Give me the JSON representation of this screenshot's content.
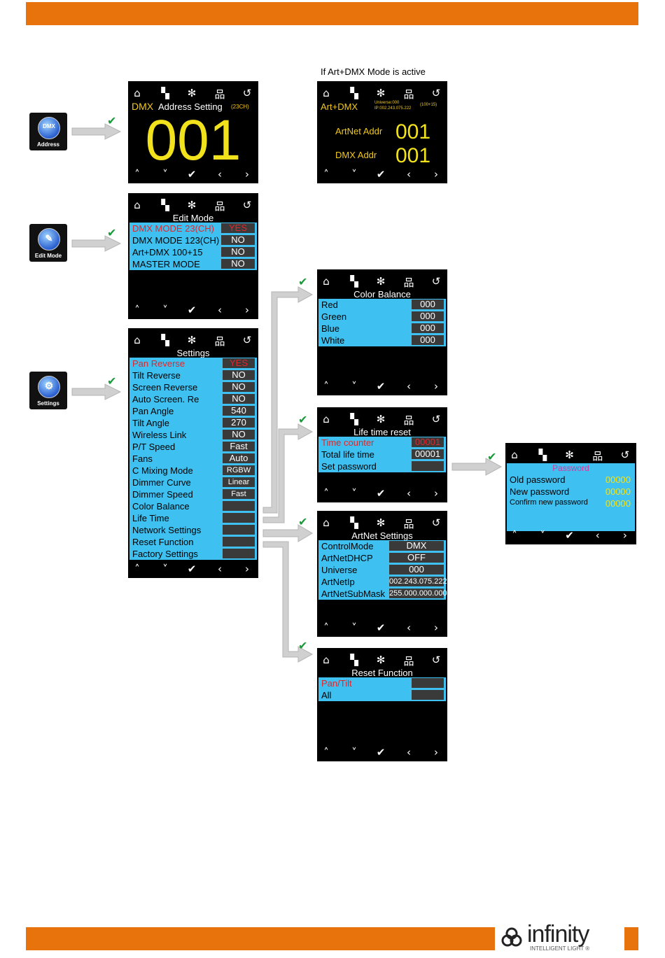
{
  "caption_artnet": "If Art+DMX Mode is active",
  "nav_icons": [
    "home-icon",
    "copy-icon",
    "sparkle-icon",
    "network-icon",
    "back-icon"
  ],
  "nav_glyphs": [
    "⌂",
    "▚",
    "✻",
    "品",
    "↺"
  ],
  "bottom_glyphs": [
    "˄",
    "˅",
    "✔",
    "‹",
    "›"
  ],
  "check_glyph": "✔",
  "menu_icons": [
    {
      "inner": "DMX",
      "caption": "Address"
    },
    {
      "inner": "✎",
      "caption": "Edit Mode"
    },
    {
      "inner": "⚙",
      "caption": "Settings"
    }
  ],
  "address": {
    "mode": "DMX",
    "title": "Address Setting",
    "ch": "(23CH)",
    "value": "001"
  },
  "artdmx": {
    "mode": "Art+DMX",
    "universe": "Universe:000",
    "ip": "IP:002.243.075.222",
    "ch": "(100+15)",
    "artnet_label": "ArtNet Addr",
    "artnet_value": "001",
    "dmx_label": "DMX Addr",
    "dmx_value": "001"
  },
  "edit_mode": {
    "title": "Edit Mode",
    "rows": [
      {
        "label": "DMX MODE 23(CH)",
        "value": "YES",
        "active": true
      },
      {
        "label": "DMX MODE 123(CH)",
        "value": "NO"
      },
      {
        "label": "Art+DMX     100+15",
        "value": "NO"
      },
      {
        "label": "MASTER MODE",
        "value": "NO"
      }
    ]
  },
  "settings": {
    "title": "Settings",
    "rows": [
      {
        "label": "Pan Reverse",
        "value": "YES",
        "active": true
      },
      {
        "label": "Tilt Reverse",
        "value": "NO"
      },
      {
        "label": "Screen Reverse",
        "value": "NO"
      },
      {
        "label": "Auto Screen. Re",
        "value": "NO"
      },
      {
        "label": "Pan Angle",
        "value": "540"
      },
      {
        "label": "Tilt Angle",
        "value": "270"
      },
      {
        "label": "Wireless Link",
        "value": "NO"
      },
      {
        "label": "P/T Speed",
        "value": "Fast"
      },
      {
        "label": "Fans",
        "value": "Auto"
      },
      {
        "label": "C Mixing Mode",
        "value": "RGBW",
        "small": true
      },
      {
        "label": "Dimmer Curve",
        "value": "Linear",
        "small": true
      },
      {
        "label": "Dimmer Speed",
        "value": "Fast",
        "small": true
      },
      {
        "label": "Color Balance",
        "value": ""
      },
      {
        "label": "Life Time",
        "value": ""
      },
      {
        "label": "Network Settings",
        "value": ""
      },
      {
        "label": "Reset Function",
        "value": ""
      },
      {
        "label": "Factory Settings",
        "value": ""
      }
    ]
  },
  "color_balance": {
    "title": "Color Balance",
    "rows": [
      {
        "label": "Red",
        "value": "000"
      },
      {
        "label": "Green",
        "value": "000"
      },
      {
        "label": "Blue",
        "value": "000"
      },
      {
        "label": "White",
        "value": "000"
      }
    ]
  },
  "life_time": {
    "title": "Life time reset",
    "rows": [
      {
        "label": "Time counter",
        "value": "00001",
        "active": true
      },
      {
        "label": "Total life time",
        "value": "00001"
      },
      {
        "label": "Set password",
        "value": ""
      }
    ]
  },
  "password": {
    "title": "Password",
    "rows": [
      {
        "label": "Old password",
        "value": "00000"
      },
      {
        "label": "New password",
        "value": "00000"
      },
      {
        "label": "Confirm new password",
        "value": "00000",
        "small": true
      }
    ]
  },
  "artnet_settings": {
    "title": "ArtNet Settings",
    "rows": [
      {
        "label": "ControlMode",
        "value": "DMX"
      },
      {
        "label": "ArtNetDHCP",
        "value": "OFF"
      },
      {
        "label": "Universe",
        "value": "000"
      },
      {
        "label": "ArtNetIp",
        "value": "002.243.075.222",
        "small": true
      },
      {
        "label": "ArtNetSubMask",
        "value": "255.000.000.000",
        "small": true
      }
    ]
  },
  "reset_function": {
    "title": "Reset Function",
    "rows": [
      {
        "label": "Pan/Tilt",
        "value": "",
        "active": true
      },
      {
        "label": "All",
        "value": ""
      }
    ]
  },
  "logo": {
    "brand": "infinity",
    "tagline": "INTELLIGENT LIGHT ®"
  },
  "colors": {
    "orange": "#e8720c",
    "lcd_blue": "#3ec0f0",
    "yellow": "#f2e21c",
    "red": "#e0272b",
    "check": "#1a9a3a"
  }
}
